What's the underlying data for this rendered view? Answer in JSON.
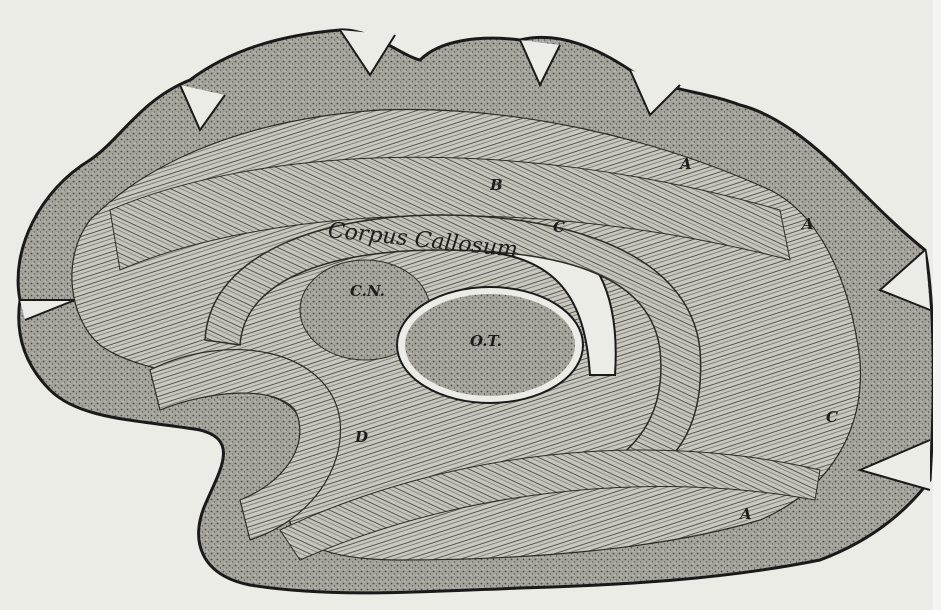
{
  "figure": {
    "title": "",
    "colors": {
      "paper": "#ecece6",
      "gray_matter": "#9a9a94",
      "white_matter": "#cfcfc6",
      "fiber": "#3a3a36",
      "ink": "#1a1a1a"
    }
  },
  "labels": {
    "corpus_callosum": "Corpus Callosum",
    "cn": "C.N.",
    "ot": "O.T.",
    "a_top": "A",
    "a_right": "A",
    "a_bottom": "A",
    "b": "B",
    "c": "C",
    "c_right": "C",
    "d": "D"
  }
}
